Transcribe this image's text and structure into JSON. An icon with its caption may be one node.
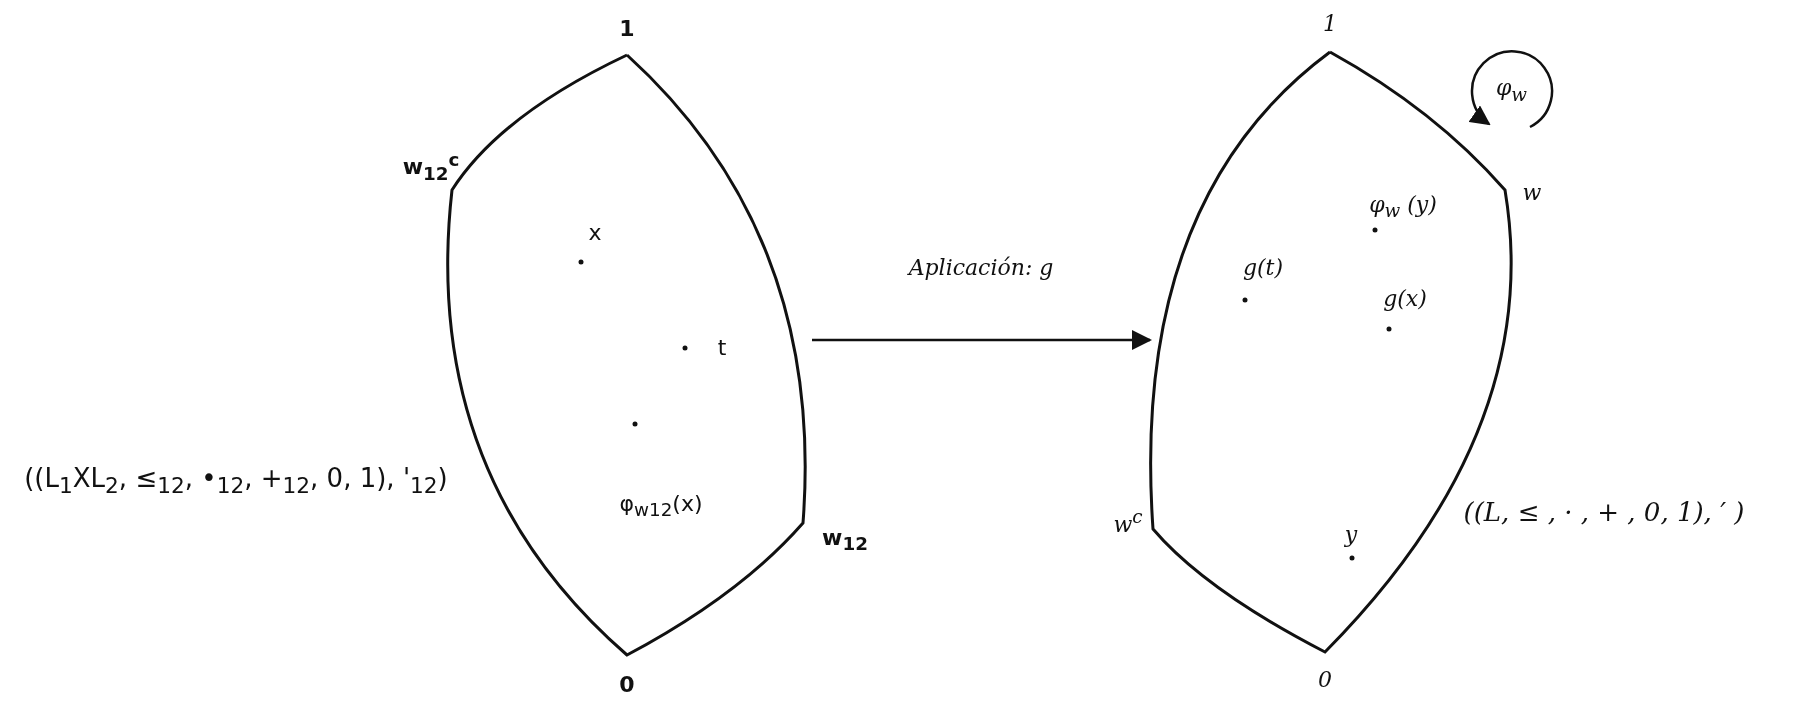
{
  "diagram": {
    "nodes": [
      {
        "text": [
          "x",
          "t",
          "φ$_{w12}$(x)"
        ],
        "beside": [
          "1",
          "w$_{12}$$^{c}$",
          "((L$_{1}$XL$_{2}$, ≤$_{12}$, •$_{12}$, +$_{12}$, 0, 1), '$_{12}$)",
          "w$_{12}$",
          "0"
        ]
      },
      {
        "text": [
          "φ$_{w}$ (y)",
          "g(t)",
          "g(x)",
          "y"
        ],
        "beside": [
          "1",
          "w",
          "((L, ≤ , · , + , 0, 1), ′ )",
          "w$^{c}$",
          "0"
        ]
      }
    ],
    "edges": [
      {
        "from": 0,
        "to": 1,
        "arrow": "to",
        "label": "Aplicación: g"
      },
      {
        "from": 1,
        "to": 1,
        "arrow": "to",
        "label": "φ$_{w}$"
      }
    ]
  }
}
